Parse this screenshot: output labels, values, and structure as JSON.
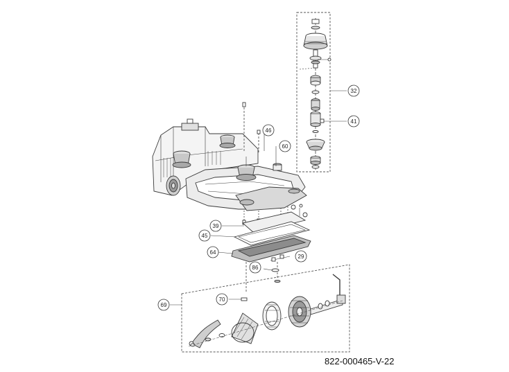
{
  "drawing_number": "822-000465-V-22",
  "callouts": {
    "c32": "32",
    "c41": "41",
    "c46": "46",
    "c60": "60",
    "c39": "39",
    "c45": "45",
    "c64": "64",
    "c29": "29",
    "c86": "86",
    "c70": "70",
    "c69": "69"
  },
  "colors": {
    "line": "#3a3a3a",
    "dash": "#555555",
    "shade": "#d9d9d9",
    "dark": "#6a6a6a"
  }
}
